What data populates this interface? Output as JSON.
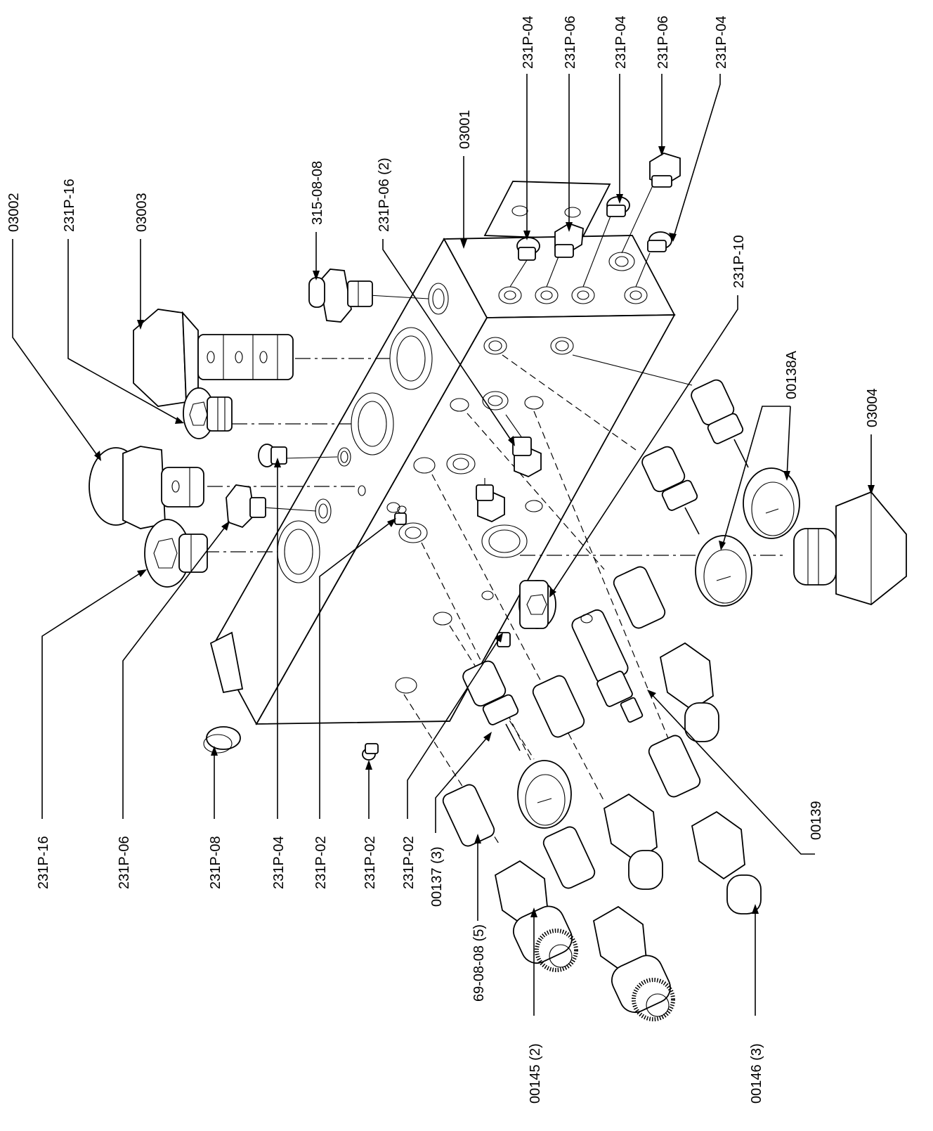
{
  "callouts": {
    "top": [
      "231P-04",
      "231P-06",
      "231P-04",
      "231P-06",
      "231P-04"
    ],
    "upper_left": [
      "03002",
      "231P-16",
      "03003"
    ],
    "upper_mid": [
      "315-08-08",
      "231P-06 (2)",
      "03001",
      "231P-10"
    ],
    "right": [
      "00138A",
      "03004",
      "00139"
    ],
    "bottom": [
      "231P-16",
      "231P-06",
      "231P-08",
      "231P-04",
      "231P-02",
      "231P-02",
      "231P-02",
      "00137 (3)",
      "69-08-08 (5)",
      "00145 (2)",
      "00146 (3)"
    ]
  },
  "icons": [
    "manifold-block",
    "cartridge-valve",
    "o-ring-plug",
    "hex-plug",
    "straight-fitting",
    "quick-coupler",
    "gauge"
  ]
}
